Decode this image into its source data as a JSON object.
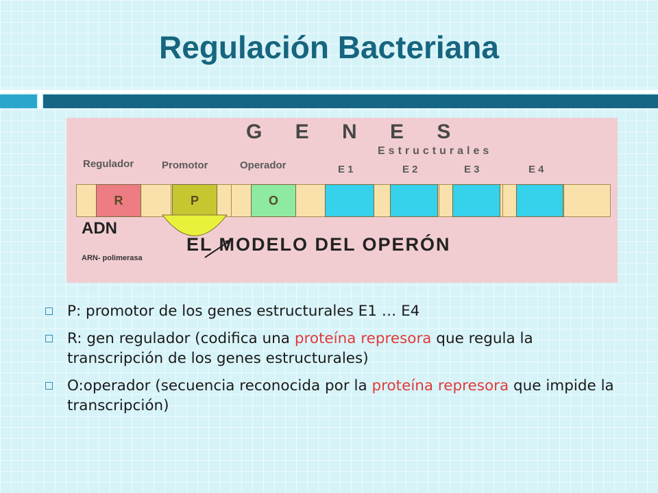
{
  "slide": {
    "title": "Regulación Bacteriana"
  },
  "diagram": {
    "title": "G E N E S",
    "structural_label": "Estructurales",
    "region_labels": {
      "regulador": "Regulador",
      "promotor": "Promotor",
      "operador": "Operador",
      "e1": "E 1",
      "e2": "E 2",
      "e3": "E 3",
      "e4": "E 4"
    },
    "segments": {
      "r": "R",
      "p": "P",
      "o": "O"
    },
    "adn_label": "ADN",
    "arn_label": "ARN- polimerasa",
    "model_label": "EL MODELO DEL OPERÓN",
    "colors": {
      "background": "#f1cdd1",
      "strand": "#f9e1ab",
      "regulator": "#ee7c83",
      "promoter": "#c6c631",
      "operator": "#8eeaa2",
      "structural": "#36d1ea",
      "polymerase": "#e8f23a"
    }
  },
  "bullets": [
    {
      "parts": [
        "P: promotor de los genes estructurales E1 … E4"
      ]
    },
    {
      "parts": [
        "R: gen regulador (codifica una ",
        "proteína represora",
        " que regula la transcripción de los genes estructurales)"
      ]
    },
    {
      "parts": [
        "O:operador (secuencia reconocida por la ",
        "proteína represora",
        " que impide la transcripción)"
      ]
    }
  ],
  "colors": {
    "title": "#17657f",
    "highlight": "#e03a3a",
    "accent_light": "#2aa6cc",
    "accent_dark": "#176585"
  }
}
